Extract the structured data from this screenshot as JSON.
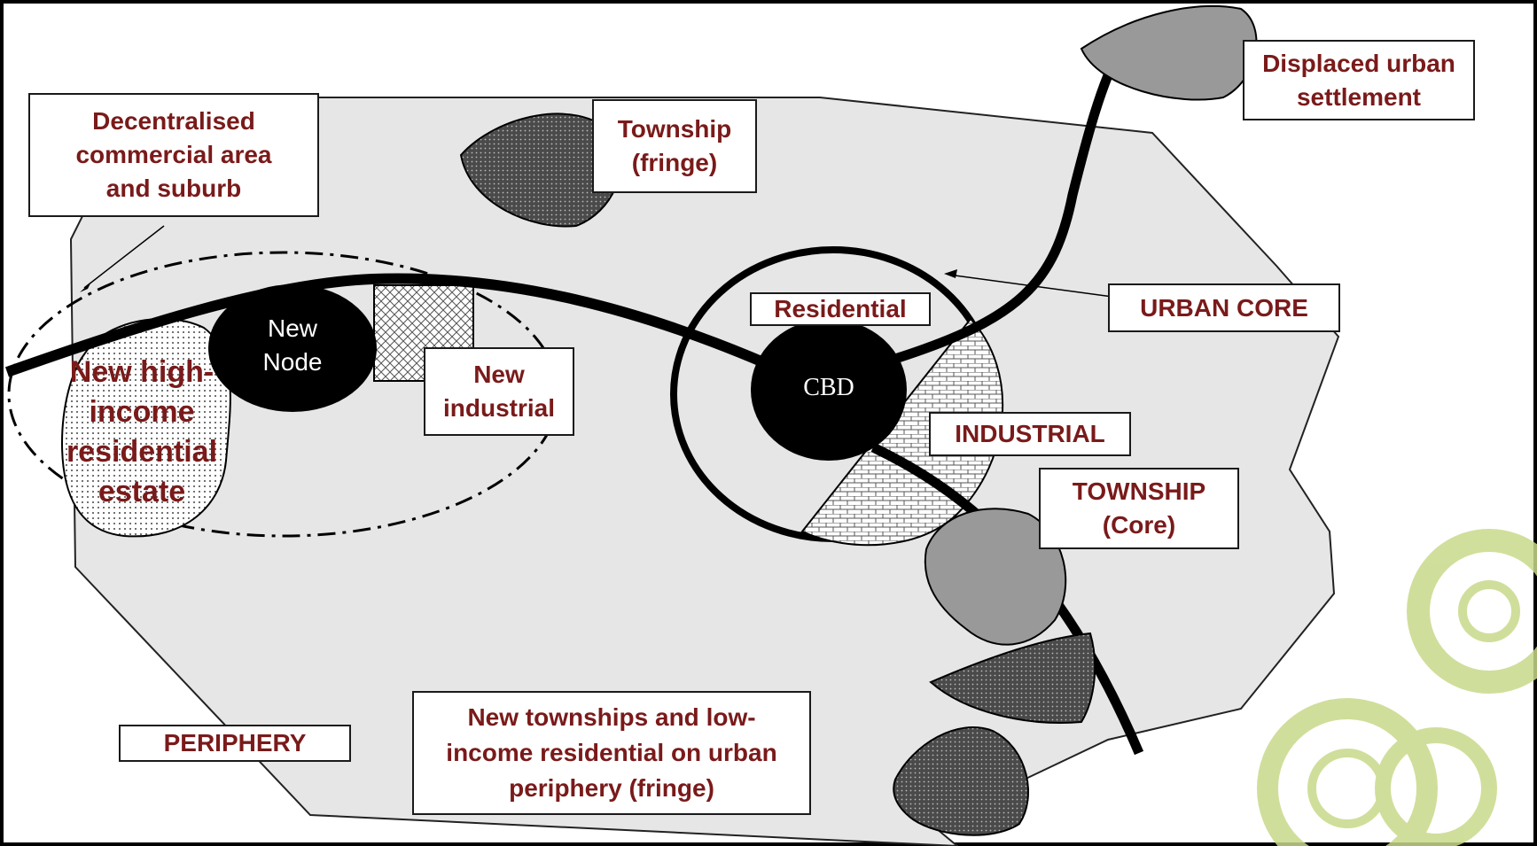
{
  "colors": {
    "label_text": "#7a1a1a",
    "area_fill": "#e6e6e6",
    "township_dark": "#555555",
    "township_core": "#999999",
    "road": "#000000",
    "watermark": "#c8d98a"
  },
  "labels": {
    "decentralised": "Decentralised\ncommercial area\nand suburb",
    "township_fringe": "Township\n(fringe)",
    "displaced": "Displaced urban\nsettlement",
    "residential": "Residential",
    "urban_core": "URBAN CORE",
    "new_industrial": "New\nindustrial",
    "industrial": "INDUSTRIAL",
    "township_core": "TOWNSHIP\n(Core)",
    "periphery": "PERIPHERY",
    "new_townships": "New townships and low-\nincome residential on urban\nperiphery (fringe)",
    "new_high_income": "New high-\nincome\nresidential\nestate",
    "new_node": "New\nNode",
    "cbd": "CBD"
  },
  "icons": {
    "watermark": "concentric-circles-watermark-icon"
  }
}
